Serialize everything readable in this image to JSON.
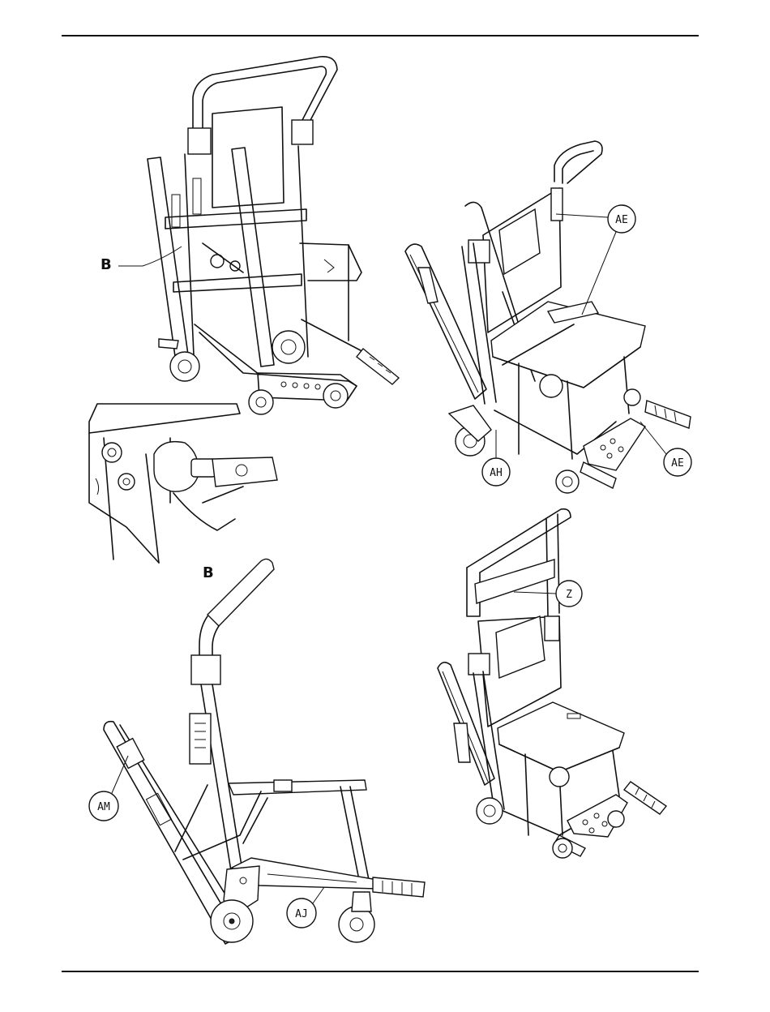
{
  "callouts": {
    "b_top": "B",
    "b_detail": "B",
    "ae_top": "AE",
    "ae_bottom": "AE",
    "ah": "AH",
    "z": "Z",
    "am": "AM",
    "aj": "AJ"
  },
  "colors": {
    "ink": "#111111",
    "paper": "#ffffff"
  }
}
